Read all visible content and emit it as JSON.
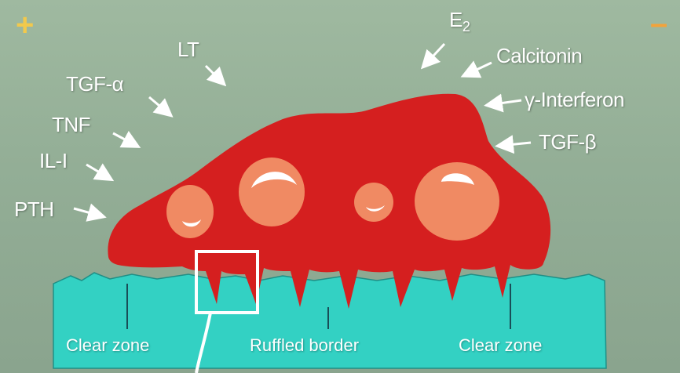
{
  "signs": {
    "plus": "+",
    "minus": "–"
  },
  "stimulators": {
    "lt": "LT",
    "tgf_alpha": "TGF-α",
    "tnf": "TNF",
    "il1": "IL-I",
    "pth": "PTH"
  },
  "inhibitors": {
    "e2_base": "E",
    "e2_sub": "2",
    "calcitonin": "Calcitonin",
    "gamma_interferon": "γ-Interferon",
    "tgf_beta": "TGF-β"
  },
  "bone_labels": {
    "clear_zone_left": "Clear  zone",
    "ruffled_border": "Ruffled  border",
    "clear_zone_right": "Clear  zone"
  },
  "colors": {
    "plus": "#f2c94c",
    "minus": "#f2a33a",
    "osteoclast": "#d51f1f",
    "nucleus": "#f08a63",
    "bone": "#33d1c3",
    "highlight_box": "#ffffff"
  }
}
